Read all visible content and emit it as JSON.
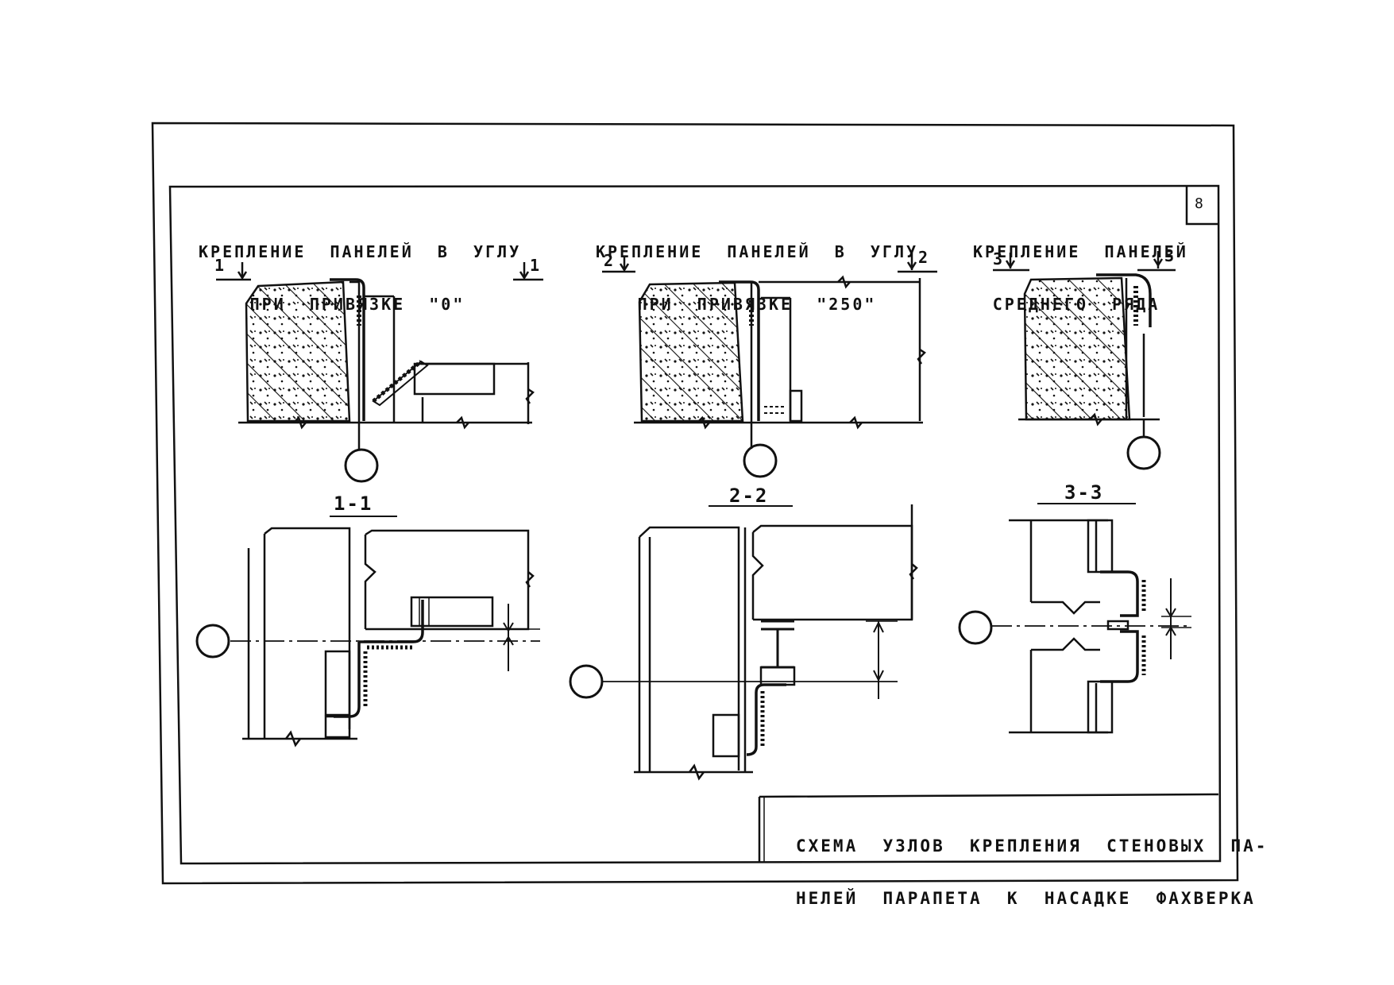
{
  "sheet": {
    "page_number": "8",
    "stamp_title_line1": "СХЕМА  УЗЛОВ  КРЕПЛЕНИЯ  СТЕНОВЫХ  ПА-",
    "stamp_title_line2": "НЕЛЕЙ  ПАРАПЕТА  К  НАСАДКЕ  ФАХВЕРКА"
  },
  "details": [
    {
      "title_line1": "КРЕПЛЕНИЕ  ПАНЕЛЕЙ  В  УГЛУ",
      "title_line2": "ПРИ  ПРИВЯЗКЕ  \"0\"",
      "cut_left": "1",
      "cut_right": "1",
      "section": "1-1"
    },
    {
      "title_line1": "КРЕПЛЕНИЕ  ПАНЕЛЕЙ  В  УГЛУ",
      "title_line2": "ПРИ  ПРИВЯЗКЕ  \"250\"",
      "cut_left": "2",
      "cut_right": "2",
      "section": "2-2"
    },
    {
      "title_line1": "КРЕПЛЕНИЕ  ПАНЕЛЕЙ",
      "title_line2": "СРЕДНЕГО  РЯДА",
      "cut_left": "3",
      "cut_right": "3",
      "section": "3-3"
    }
  ]
}
